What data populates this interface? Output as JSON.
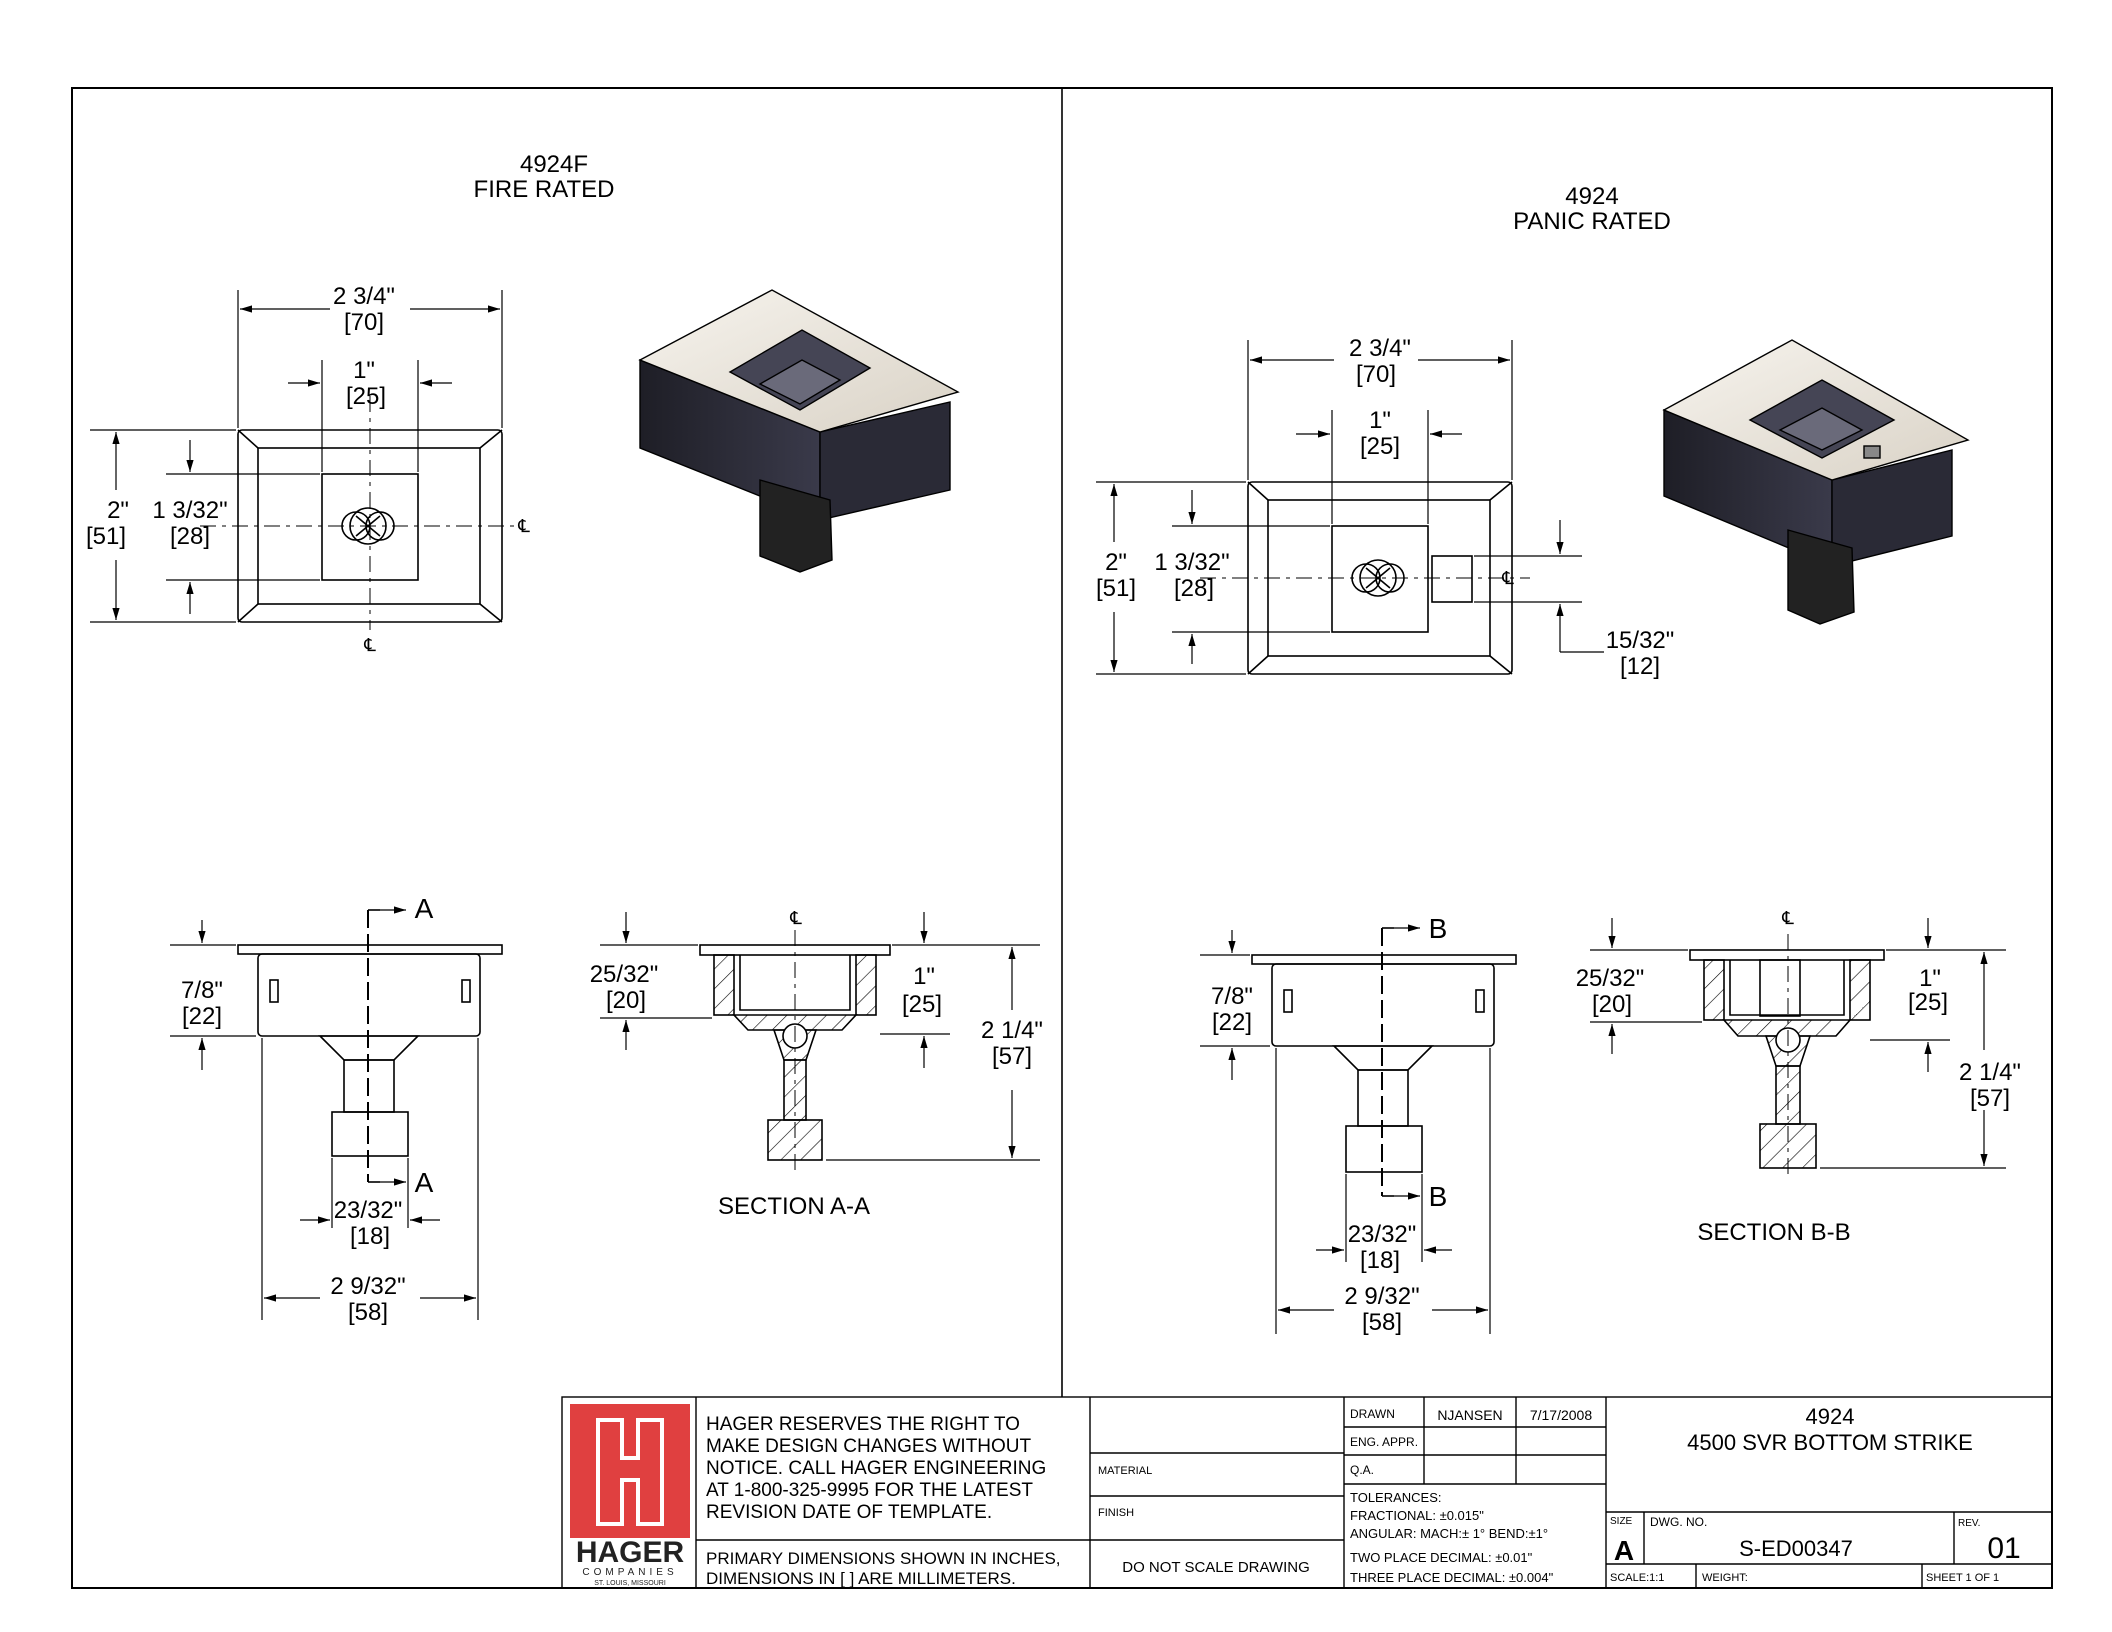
{
  "views": {
    "left": {
      "model": "4924F",
      "rating": "FIRE RATED",
      "width_in": "2 3/4\"",
      "width_mm": "[70]",
      "opening_in": "1\"",
      "opening_mm": "[25]",
      "height_in": "2\"",
      "height_mm": "[51]",
      "inner_h_in": "1 3/32\"",
      "inner_h_mm": "[28]",
      "depth_in": "7/8\"",
      "depth_mm": "[22]",
      "base_in": "23/32\"",
      "base_mm": "[18]",
      "bottom_w_in": "2 9/32\"",
      "bottom_w_mm": "[58]",
      "sec_flange_in": "25/32\"",
      "sec_flange_mm": "[20]",
      "sec_cup_in": "1\"",
      "sec_cup_mm": "[25]",
      "sec_total_in": "2 1/4\"",
      "sec_total_mm": "[57]",
      "section_marker": "A",
      "section_label": "SECTION A-A"
    },
    "right": {
      "model": "4924",
      "rating": "PANIC RATED",
      "width_in": "2 3/4\"",
      "width_mm": "[70]",
      "opening_in": "1\"",
      "opening_mm": "[25]",
      "height_in": "2\"",
      "height_mm": "[51]",
      "inner_h_in": "1 3/32\"",
      "inner_h_mm": "[28]",
      "slot_in": "15/32\"",
      "slot_mm": "[12]",
      "depth_in": "7/8\"",
      "depth_mm": "[22]",
      "base_in": "23/32\"",
      "base_mm": "[18]",
      "bottom_w_in": "2 9/32\"",
      "bottom_w_mm": "[58]",
      "sec_flange_in": "25/32\"",
      "sec_flange_mm": "[20]",
      "sec_cup_in": "1\"",
      "sec_cup_mm": "[25]",
      "sec_total_in": "2 1/4\"",
      "sec_total_mm": "[57]",
      "section_marker": "B",
      "section_label": "SECTION B-B"
    },
    "centerline_symbol": "℄"
  },
  "title_block": {
    "logo_text": "HAGER",
    "logo_sub": "COMPANIES",
    "logo_city": "ST. LOUIS, MISSOURI",
    "notice_lines": [
      "HAGER RESERVES THE RIGHT TO",
      "MAKE DESIGN CHANGES WITHOUT",
      "NOTICE.  CALL HAGER ENGINEERING",
      "AT 1-800-325-9995 FOR THE LATEST",
      "REVISION DATE OF TEMPLATE."
    ],
    "units_lines": [
      "PRIMARY DIMENSIONS SHOWN IN INCHES,",
      "DIMENSIONS IN [ ] ARE MILLIMETERS."
    ],
    "material_label": "MATERIAL",
    "finish_label": "FINISH",
    "do_not_scale": "DO  NOT  SCALE  DRAWING",
    "drawn_label": "DRAWN",
    "drawn_by": "NJANSEN",
    "drawn_date": "7/17/2008",
    "eng_appr_label": "ENG. APPR.",
    "qa_label": "Q.A.",
    "tolerances_lines": [
      "TOLERANCES:",
      "FRACTIONAL: ±0.015\"",
      "ANGULAR: MACH:± 1° BEND:±1°",
      "TWO PLACE DECIMAL: ±0.01\"",
      "THREE PLACE DECIMAL: ±0.004\""
    ],
    "title_line1": "4924",
    "title_line2": "4500 SVR BOTTOM STRIKE",
    "size_label": "SIZE",
    "size_value": "A",
    "dwg_no_label": "DWG. NO.",
    "dwg_no": "S-ED00347",
    "rev_label": "REV.",
    "rev_value": "01",
    "scale": "SCALE:1:1",
    "weight_label": "WEIGHT:",
    "sheet": "SHEET 1 OF 1"
  },
  "colors": {
    "logo_red": "#e04040",
    "line": "#000000",
    "shade_dark": "#2e2e3a",
    "plate_light": "#ece8e0"
  }
}
